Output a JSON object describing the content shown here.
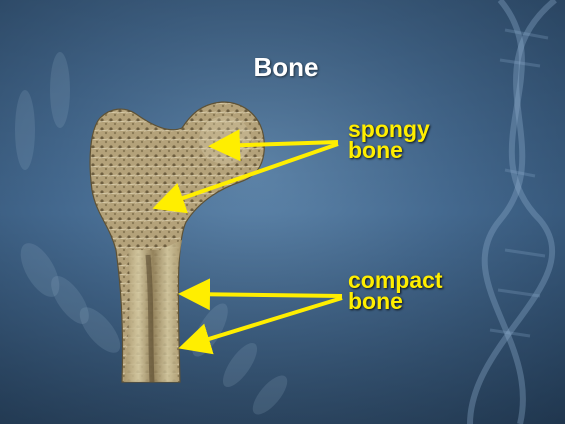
{
  "slide": {
    "title": "Bone"
  },
  "labels": {
    "spongy": {
      "line1": "spongy",
      "line2": "bone"
    },
    "compact": {
      "line1": "compact",
      "line2": "bone"
    }
  },
  "colors": {
    "label_text": "#ffee00",
    "arrow": "#ffee00",
    "title_text": "#ffffff",
    "background": "#44698f",
    "bone_spongy": "#b6a57c",
    "bone_compact": "#c9bd93"
  }
}
